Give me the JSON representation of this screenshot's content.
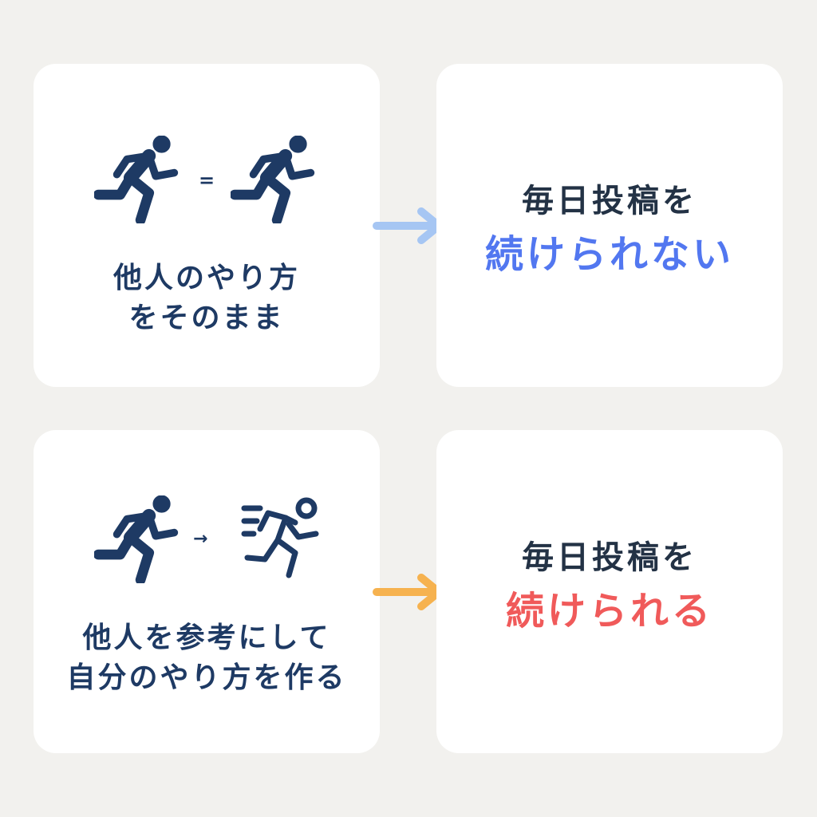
{
  "top": {
    "operator": "=",
    "caption_line1": "他人のやり方",
    "caption_line2": "をそのまま",
    "result_line1": "毎日投稿を",
    "result_line2": "続けられない",
    "result_color": "#5277f0",
    "arrow_color": "#a6c6f3"
  },
  "bottom": {
    "operator": "→",
    "caption_line1": "他人を参考にして",
    "caption_line2": "自分のやり方を作る",
    "result_line1": "毎日投稿を",
    "result_line2": "続けられる",
    "result_color": "#f05a5a",
    "arrow_color": "#f6b24f"
  },
  "icons": [
    "running-person-icon",
    "running-person-icon",
    "running-person-icon",
    "fast-running-person-outline-icon"
  ],
  "colors": {
    "navy": "#1e3a64",
    "background": "#f2f1ee",
    "card": "#ffffff"
  }
}
